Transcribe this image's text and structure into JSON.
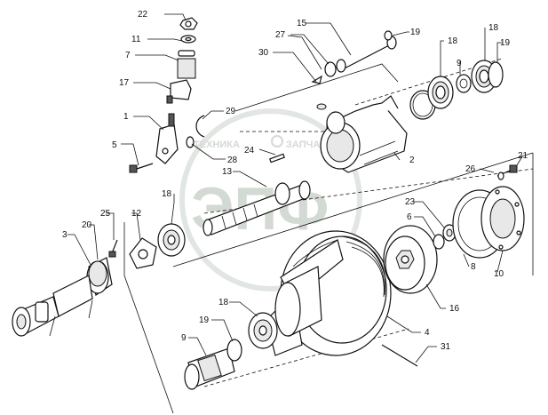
{
  "watermark": {
    "top_left": "ТЕХНИКА",
    "top_right": "ЗАПЧАСТИ",
    "logo": "ЭПФ"
  },
  "callouts": [
    {
      "id": "c22",
      "label": "22"
    },
    {
      "id": "c11",
      "label": "11"
    },
    {
      "id": "c7",
      "label": "7"
    },
    {
      "id": "c17",
      "label": "17"
    },
    {
      "id": "c1",
      "label": "1"
    },
    {
      "id": "c5",
      "label": "5"
    },
    {
      "id": "c29",
      "label": "29"
    },
    {
      "id": "c28",
      "label": "28"
    },
    {
      "id": "c15",
      "label": "15"
    },
    {
      "id": "c27",
      "label": "27"
    },
    {
      "id": "c30",
      "label": "30"
    },
    {
      "id": "c19a",
      "label": "19"
    },
    {
      "id": "c18a",
      "label": "18"
    },
    {
      "id": "c9a",
      "label": "9"
    },
    {
      "id": "c18b",
      "label": "18"
    },
    {
      "id": "c19b",
      "label": "19"
    },
    {
      "id": "c24",
      "label": "24"
    },
    {
      "id": "c2",
      "label": "2"
    },
    {
      "id": "c13",
      "label": "13"
    },
    {
      "id": "c18c",
      "label": "18"
    },
    {
      "id": "c25",
      "label": "25"
    },
    {
      "id": "c12",
      "label": "12"
    },
    {
      "id": "c20",
      "label": "20"
    },
    {
      "id": "c3",
      "label": "3"
    },
    {
      "id": "c26",
      "label": "26"
    },
    {
      "id": "c21",
      "label": "21"
    },
    {
      "id": "c23",
      "label": "23"
    },
    {
      "id": "c6",
      "label": "6"
    },
    {
      "id": "c8",
      "label": "8"
    },
    {
      "id": "c10",
      "label": "10"
    },
    {
      "id": "c16",
      "label": "16"
    },
    {
      "id": "c18d",
      "label": "18"
    },
    {
      "id": "c19c",
      "label": "19"
    },
    {
      "id": "c9b",
      "label": "9"
    },
    {
      "id": "c4",
      "label": "4"
    },
    {
      "id": "c31",
      "label": "31"
    }
  ]
}
